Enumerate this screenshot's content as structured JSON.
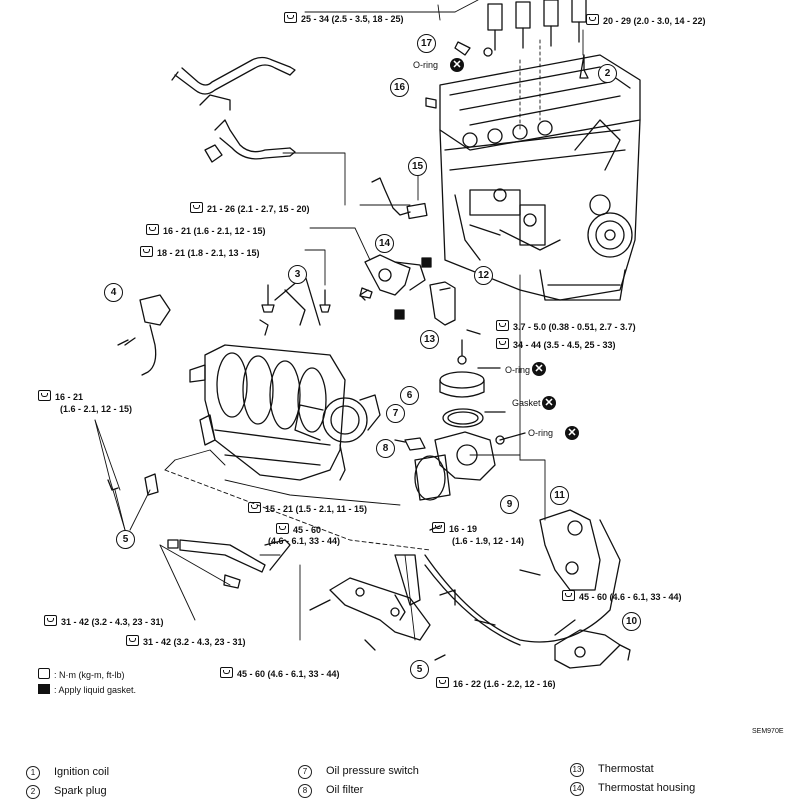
{
  "torque_labels": [
    "25 - 34 (2.5 - 3.5, 18 - 25)",
    "20 - 29 (2.0 - 3.0, 14 - 22)",
    "21 - 26 (2.1 - 2.7, 15 - 20)",
    "16 - 21 (1.6 - 2.1, 12 - 15)",
    "18 - 21 (1.8 - 2.1, 13 - 15)",
    "3.7 - 5.0 (0.38 - 0.51, 2.7 - 3.7)",
    "34 - 44 (3.5 - 4.5, 25 - 33)",
    "16 - 21",
    "(1.6 - 2.1, 12 - 15)",
    "15 - 21 (1.5 - 2.1, 11 - 15)",
    "45 - 60",
    "(4.6 - 6.1, 33 - 44)",
    "16 - 19",
    "(1.6 - 1.9, 12 - 14)",
    "45 - 60 (4.6 - 6.1, 33 - 44)",
    "31 - 42 (3.2 - 4.3, 23 - 31)",
    "31 - 42 (3.2 - 4.3, 23 - 31)",
    "45 - 60 (4.6 - 6.1, 33 - 44)",
    "16 - 22 (1.6 - 2.2, 12 - 16)"
  ],
  "part_callouts": [
    "17",
    "2",
    "16",
    "15",
    "14",
    "12",
    "13",
    "3",
    "4",
    "6",
    "7",
    "8",
    "9",
    "5",
    "11",
    "10",
    "5"
  ],
  "seal_labels": {
    "oring_1": "O-ring",
    "oring_2": "O-ring",
    "oring_3": "O-ring",
    "gasket": "Gasket",
    "x_mark": "✕"
  },
  "key": {
    "torque": ": N·m (kg-m, ft-lb)",
    "sealant": ": Apply liquid gasket."
  },
  "figure_code": "SEM970E",
  "legend": [
    {
      "num": "1",
      "label": "Ignition coil"
    },
    {
      "num": "2",
      "label": "Spark plug"
    },
    {
      "num": "7",
      "label": "Oil pressure switch"
    },
    {
      "num": "8",
      "label": "Oil filter"
    },
    {
      "num": "13",
      "label": "Thermostat"
    },
    {
      "num": "14",
      "label": "Thermostat housing"
    }
  ]
}
